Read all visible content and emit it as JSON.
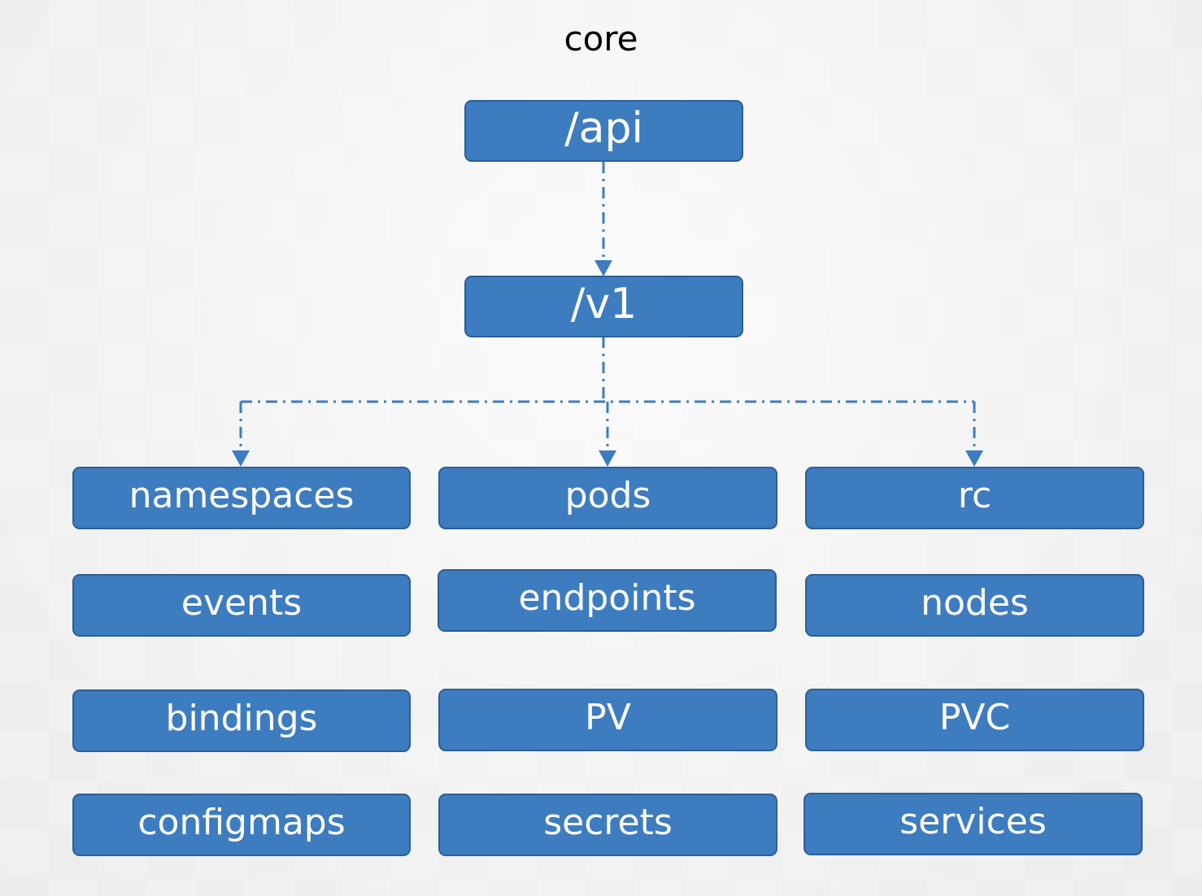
{
  "title": "core",
  "colors": {
    "node_fill": "#3e7cc0",
    "node_border": "#2b5f97",
    "connector": "#3e7cc0",
    "node_text": "#ffffff",
    "title_text": "#000000"
  },
  "tree": {
    "root": "/api",
    "version": "/v1",
    "resources": {
      "row1": [
        "namespaces",
        "pods",
        "rc"
      ],
      "row2": [
        "events",
        "endpoints",
        "nodes"
      ],
      "row3": [
        "bindings",
        "PV",
        "PVC"
      ],
      "row4": [
        "configmaps",
        "secrets",
        "services"
      ]
    }
  }
}
